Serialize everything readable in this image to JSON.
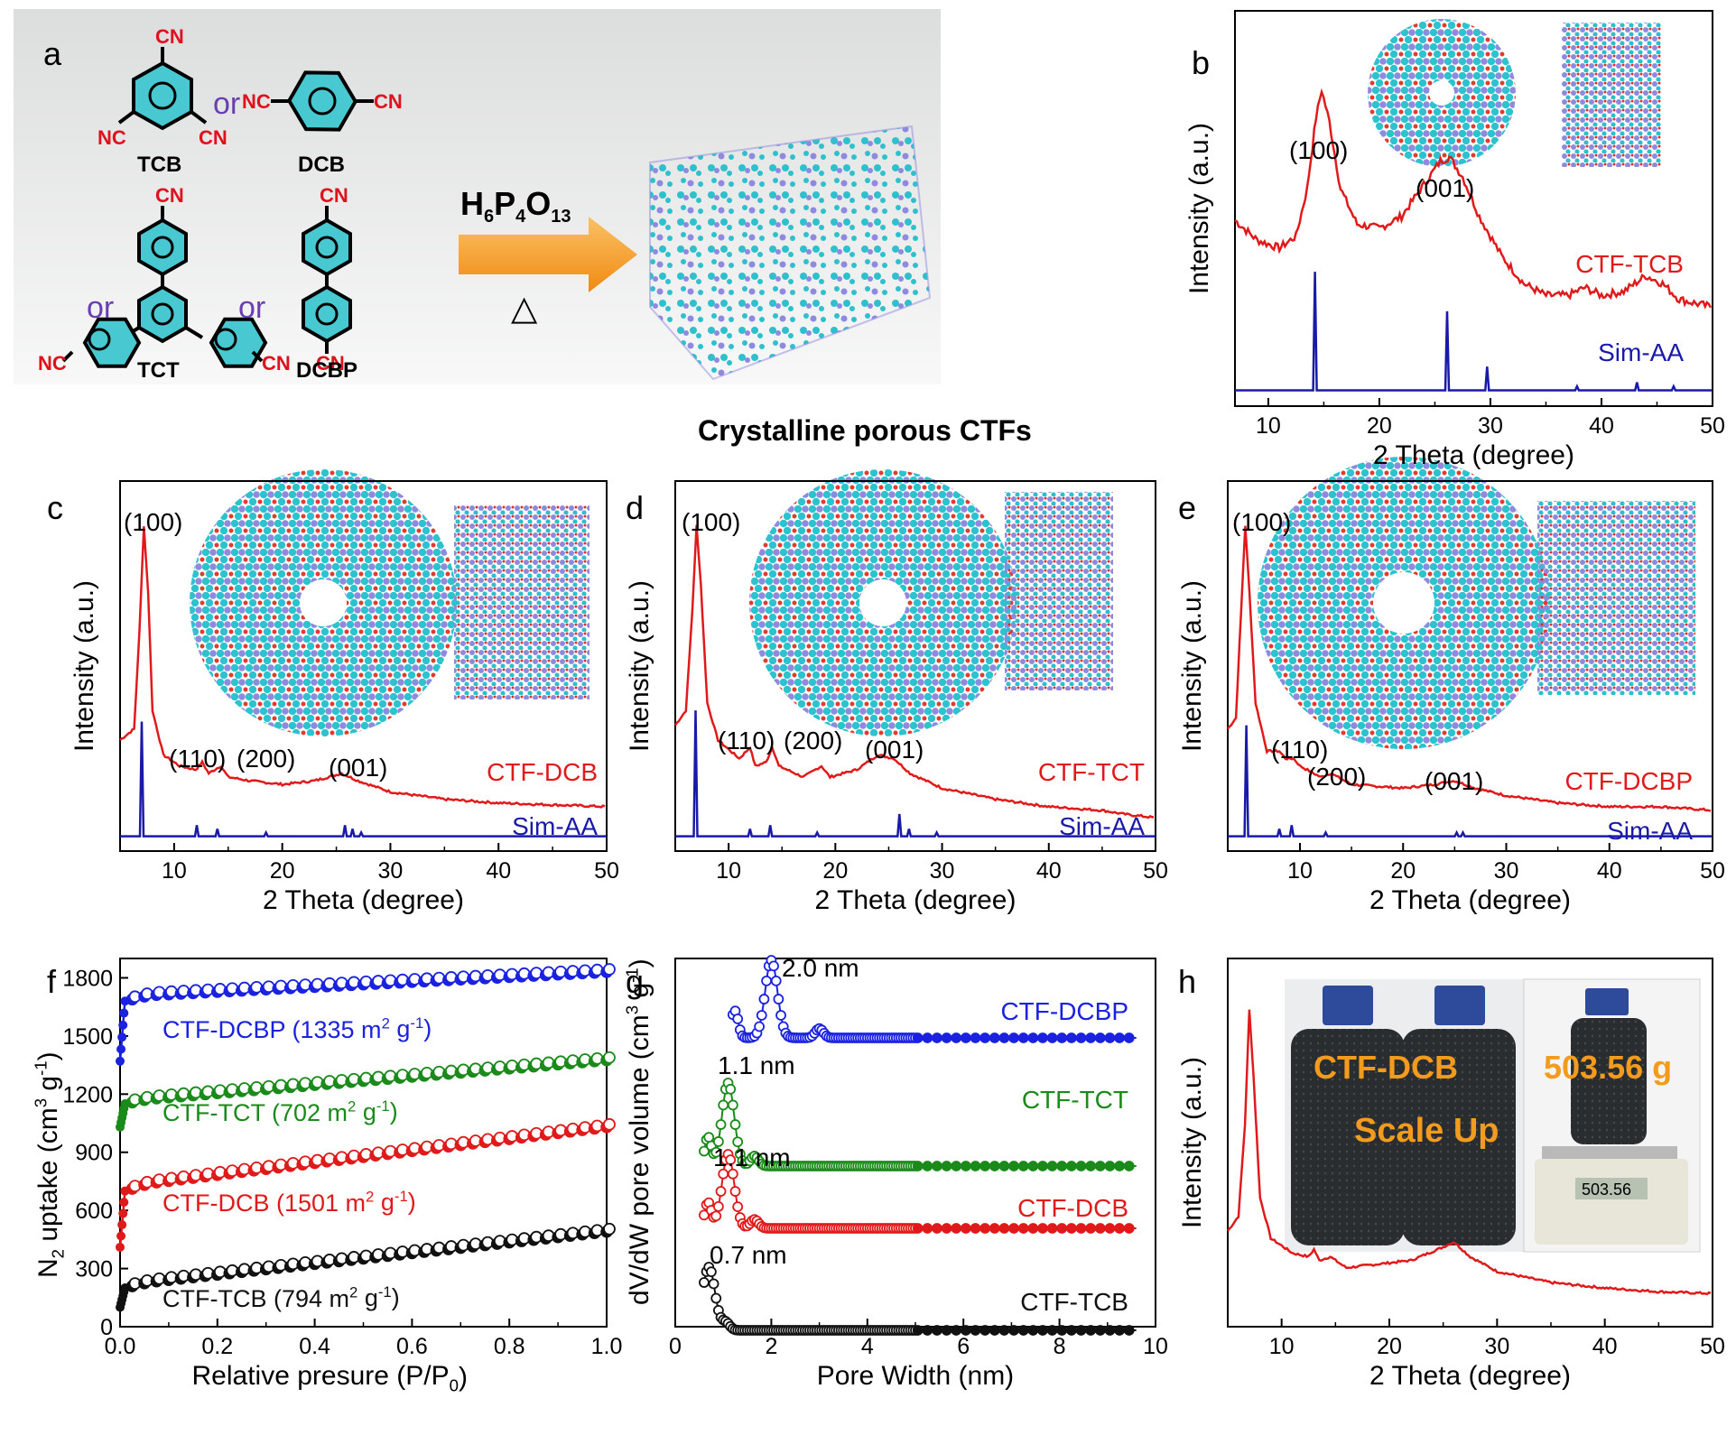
{
  "panel_a": {
    "letter": "a",
    "monomers": {
      "tcb": "TCB",
      "dcb": "DCB",
      "tct": "TCT",
      "dcbp": "DCBP"
    },
    "cn": "CN",
    "nc": "NC",
    "or": "or",
    "reagent": {
      "h": "H",
      "n6": "6",
      "p": "P",
      "n4": "4",
      "o": "O",
      "n13": "13"
    },
    "heat": "△",
    "product": "Crystalline porous CTFs",
    "colors": {
      "cyan": "#32c3cf",
      "purple": "#8c88d8",
      "red": "#e41f1f",
      "nitrile": "#e0101c",
      "or_text": "#6a3fb0",
      "arrow": "#f59a23"
    }
  },
  "chart_data": [
    {
      "panel": "b",
      "type": "line",
      "xlabel": "2 Theta (degree)",
      "ylabel": "Intensity (a.u.)",
      "xlim": [
        7,
        50
      ],
      "xticks": [
        10,
        20,
        30,
        40,
        50
      ],
      "series": [
        {
          "name": "CTF-TCB",
          "color": "#e01a1a",
          "points": [
            [
              7,
              0.47
            ],
            [
              9,
              0.42
            ],
            [
              11,
              0.4
            ],
            [
              12.5,
              0.43
            ],
            [
              13.5,
              0.55
            ],
            [
              14.3,
              0.73
            ],
            [
              14.8,
              0.8
            ],
            [
              15.5,
              0.72
            ],
            [
              16.5,
              0.55
            ],
            [
              18,
              0.46
            ],
            [
              20,
              0.45
            ],
            [
              22,
              0.48
            ],
            [
              24,
              0.56
            ],
            [
              25.5,
              0.62
            ],
            [
              26.3,
              0.63
            ],
            [
              27.5,
              0.58
            ],
            [
              29,
              0.48
            ],
            [
              31,
              0.38
            ],
            [
              33,
              0.31
            ],
            [
              35,
              0.28
            ],
            [
              37,
              0.28
            ],
            [
              38.5,
              0.3
            ],
            [
              40,
              0.28
            ],
            [
              42,
              0.29
            ],
            [
              44,
              0.33
            ],
            [
              45.5,
              0.31
            ],
            [
              47,
              0.27
            ],
            [
              50,
              0.25
            ]
          ]
        },
        {
          "name": "Sim-AA",
          "color": "#1a1aa8",
          "peaks": [
            [
              14.2,
              0.3
            ],
            [
              26.1,
              0.2
            ],
            [
              29.7,
              0.06
            ],
            [
              37.8,
              0.01
            ],
            [
              43.2,
              0.02
            ],
            [
              46.5,
              0.01
            ]
          ]
        }
      ],
      "annotations": [
        "(100)",
        "(001)"
      ]
    },
    {
      "panel": "c",
      "type": "line",
      "xlabel": "2 Theta (degree)",
      "ylabel": "Intensity (a.u.)",
      "xlim": [
        5,
        50
      ],
      "xticks": [
        10,
        20,
        30,
        40,
        50
      ],
      "series": [
        {
          "name": "CTF-DCB",
          "color": "#e01a1a",
          "points": [
            [
              5,
              0.3
            ],
            [
              6.3,
              0.33
            ],
            [
              6.8,
              0.6
            ],
            [
              7.2,
              0.88
            ],
            [
              7.6,
              0.7
            ],
            [
              8,
              0.38
            ],
            [
              9,
              0.26
            ],
            [
              10.5,
              0.23
            ],
            [
              12,
              0.22
            ],
            [
              12.6,
              0.24
            ],
            [
              13.2,
              0.21
            ],
            [
              14.3,
              0.23
            ],
            [
              15,
              0.2
            ],
            [
              17,
              0.19
            ],
            [
              20,
              0.18
            ],
            [
              23,
              0.19
            ],
            [
              25.5,
              0.21
            ],
            [
              27,
              0.19
            ],
            [
              30,
              0.16
            ],
            [
              35,
              0.14
            ],
            [
              40,
              0.13
            ],
            [
              45,
              0.125
            ],
            [
              50,
              0.12
            ]
          ]
        },
        {
          "name": "Sim-AA",
          "color": "#1a1aa8",
          "peaks": [
            [
              7.0,
              0.31
            ],
            [
              12.1,
              0.03
            ],
            [
              14.0,
              0.02
            ],
            [
              18.5,
              0.01
            ],
            [
              25.8,
              0.03
            ],
            [
              26.5,
              0.02
            ],
            [
              27.3,
              0.01
            ]
          ]
        }
      ],
      "annotations": [
        "(100)",
        "(110)",
        "(200)",
        "(001)"
      ]
    },
    {
      "panel": "d",
      "type": "line",
      "xlabel": "2 Theta (degree)",
      "ylabel": "Intensity (a.u.)",
      "xlim": [
        5,
        50
      ],
      "xticks": [
        10,
        20,
        30,
        40,
        50
      ],
      "series": [
        {
          "name": "CTF-TCT",
          "color": "#e01a1a",
          "points": [
            [
              5,
              0.34
            ],
            [
              6,
              0.38
            ],
            [
              6.6,
              0.65
            ],
            [
              7,
              0.88
            ],
            [
              7.4,
              0.72
            ],
            [
              8,
              0.4
            ],
            [
              9,
              0.3
            ],
            [
              11,
              0.25
            ],
            [
              12,
              0.28
            ],
            [
              12.5,
              0.23
            ],
            [
              13.5,
              0.24
            ],
            [
              14.1,
              0.28
            ],
            [
              14.7,
              0.23
            ],
            [
              17,
              0.2
            ],
            [
              18.7,
              0.23
            ],
            [
              19.5,
              0.2
            ],
            [
              22,
              0.22
            ],
            [
              24,
              0.26
            ],
            [
              25.5,
              0.25
            ],
            [
              27,
              0.21
            ],
            [
              30,
              0.17
            ],
            [
              35,
              0.14
            ],
            [
              40,
              0.12
            ],
            [
              45,
              0.11
            ],
            [
              47,
              0.1
            ],
            [
              50,
              0.09
            ]
          ]
        },
        {
          "name": "Sim-AA",
          "color": "#1a1aa8",
          "peaks": [
            [
              6.9,
              0.34
            ],
            [
              12.0,
              0.02
            ],
            [
              13.9,
              0.03
            ],
            [
              18.3,
              0.01
            ],
            [
              26.0,
              0.06
            ],
            [
              26.9,
              0.02
            ],
            [
              29.5,
              0.01
            ]
          ]
        }
      ],
      "annotations": [
        "(100)",
        "(110)",
        "(200)",
        "(001)"
      ]
    },
    {
      "panel": "e",
      "type": "line",
      "xlabel": "2 Theta (degree)",
      "ylabel": "Intensity (a.u.)",
      "xlim": [
        3,
        50
      ],
      "xticks": [
        10,
        20,
        30,
        40,
        50
      ],
      "series": [
        {
          "name": "CTF-DCBP",
          "color": "#e01a1a",
          "points": [
            [
              3,
              0.33
            ],
            [
              3.8,
              0.36
            ],
            [
              4.3,
              0.65
            ],
            [
              4.7,
              0.88
            ],
            [
              5.1,
              0.7
            ],
            [
              5.7,
              0.4
            ],
            [
              6.8,
              0.27
            ],
            [
              8,
              0.27
            ],
            [
              8.6,
              0.25
            ],
            [
              9.4,
              0.25
            ],
            [
              10,
              0.23
            ],
            [
              12,
              0.2
            ],
            [
              13,
              0.21
            ],
            [
              15,
              0.18
            ],
            [
              20,
              0.17
            ],
            [
              23,
              0.18
            ],
            [
              25,
              0.19
            ],
            [
              27,
              0.17
            ],
            [
              30,
              0.15
            ],
            [
              35,
              0.13
            ],
            [
              40,
              0.12
            ],
            [
              45,
              0.12
            ],
            [
              50,
              0.11
            ]
          ]
        },
        {
          "name": "Sim-AA",
          "color": "#1a1aa8",
          "peaks": [
            [
              4.8,
              0.3
            ],
            [
              8.0,
              0.02
            ],
            [
              9.2,
              0.03
            ],
            [
              12.5,
              0.01
            ],
            [
              25.2,
              0.01
            ],
            [
              25.8,
              0.01
            ]
          ]
        }
      ],
      "annotations": [
        "(100)",
        "(110)",
        "(200)",
        "(001)"
      ]
    },
    {
      "panel": "f",
      "type": "scatter",
      "xlabel": "Relative presure (P/P",
      "xlabel_sub": "0",
      "xlabel_end": ")",
      "ylabel": "N",
      "ylabel_sub": "2",
      "ylabel_mid": " uptake (cm",
      "ylabel_sup1": "3",
      "ylabel_mid2": " g",
      "ylabel_sup2": "-1",
      "ylabel_end": ")",
      "xlim": [
        0,
        1
      ],
      "ylim": [
        0,
        1900
      ],
      "xticks": [
        0.0,
        0.2,
        0.4,
        0.6,
        0.8,
        1.0
      ],
      "yticks": [
        0,
        300,
        600,
        900,
        1200,
        1500,
        1800
      ],
      "series": [
        {
          "name": "CTF-DCBP",
          "color": "#1a22e0",
          "y0": 1370,
          "knee": 1680,
          "plateau": 1710,
          "y1": 1830
        },
        {
          "name": "CTF-TCT",
          "color": "#1a8a1a",
          "y0": 1030,
          "knee": 1150,
          "plateau": 1175,
          "y1": 1375
        },
        {
          "name": "CTF-DCB",
          "color": "#e01a1a",
          "y0": 410,
          "knee": 700,
          "plateau": 740,
          "y1": 1030
        },
        {
          "name": "CTF-TCB",
          "color": "#111111",
          "y0": 100,
          "knee": 200,
          "plateau": 230,
          "y1": 490
        }
      ],
      "labels": [
        {
          "name": "CTF-DCBP (1335 m",
          "sup": "2",
          "unit": " g",
          "sup2": "-1",
          "end": ")",
          "color": "#1a22e0"
        },
        {
          "name": "CTF-TCT (702 m",
          "sup": "2",
          "unit": " g",
          "sup2": "-1",
          "end": ")",
          "color": "#1a8a1a"
        },
        {
          "name": "CTF-DCB (1501 m",
          "sup": "2",
          "unit": " g",
          "sup2": "-1",
          "end": ")",
          "color": "#e01a1a"
        },
        {
          "name": "CTF-TCB (794 m",
          "sup": "2",
          "unit": " g",
          "sup2": "-1",
          "end": ")",
          "color": "#111111"
        }
      ]
    },
    {
      "panel": "g",
      "type": "scatter",
      "xlabel": "Pore Width (nm)",
      "ylabel": "dV/dW pore volume (cm",
      "ylabel_sup1": "3",
      "ylabel_mid": " g",
      "ylabel_sup2": "-1",
      "ylabel_end": ")",
      "xlim": [
        0,
        10
      ],
      "xticks": [
        0,
        2,
        4,
        6,
        8,
        10
      ],
      "series": [
        {
          "name": "CTF-DCBP",
          "color": "#1a22e0",
          "peak": 2.0,
          "peak_label": "2.0 nm"
        },
        {
          "name": "CTF-TCT",
          "color": "#1a8a1a",
          "peak": 1.1,
          "peak_label": "1.1 nm"
        },
        {
          "name": "CTF-DCB",
          "color": "#e01a1a",
          "peak": 1.1,
          "peak_label": "1.1 nm"
        },
        {
          "name": "CTF-TCB",
          "color": "#111111",
          "peak": 0.7,
          "peak_label": "0.7 nm"
        }
      ]
    },
    {
      "panel": "h",
      "type": "line",
      "xlabel": "2 Theta (degree)",
      "ylabel": "Intensity (a.u.)",
      "xlim": [
        5,
        50
      ],
      "xticks": [
        10,
        20,
        30,
        40,
        50
      ],
      "series": [
        {
          "name": "",
          "color": "#e01a1a",
          "points": [
            [
              5,
              0.26
            ],
            [
              6,
              0.3
            ],
            [
              6.6,
              0.55
            ],
            [
              7,
              0.86
            ],
            [
              7.4,
              0.68
            ],
            [
              8,
              0.35
            ],
            [
              9,
              0.24
            ],
            [
              11,
              0.2
            ],
            [
              12.5,
              0.19
            ],
            [
              13,
              0.21
            ],
            [
              13.5,
              0.18
            ],
            [
              14.5,
              0.19
            ],
            [
              16,
              0.16
            ],
            [
              19,
              0.17
            ],
            [
              22,
              0.18
            ],
            [
              24.5,
              0.21
            ],
            [
              26,
              0.23
            ],
            [
              27.5,
              0.19
            ],
            [
              30,
              0.15
            ],
            [
              35,
              0.12
            ],
            [
              40,
              0.105
            ],
            [
              45,
              0.095
            ],
            [
              50,
              0.09
            ]
          ]
        }
      ],
      "photo_labels": {
        "left": "CTF-DCB",
        "right": "503.56 g",
        "center": "Scale Up",
        "scale": "503.56"
      }
    }
  ],
  "letters": {
    "b": "b",
    "c": "c",
    "d": "d",
    "e": "e",
    "f": "f",
    "g": "g",
    "h": "h"
  }
}
